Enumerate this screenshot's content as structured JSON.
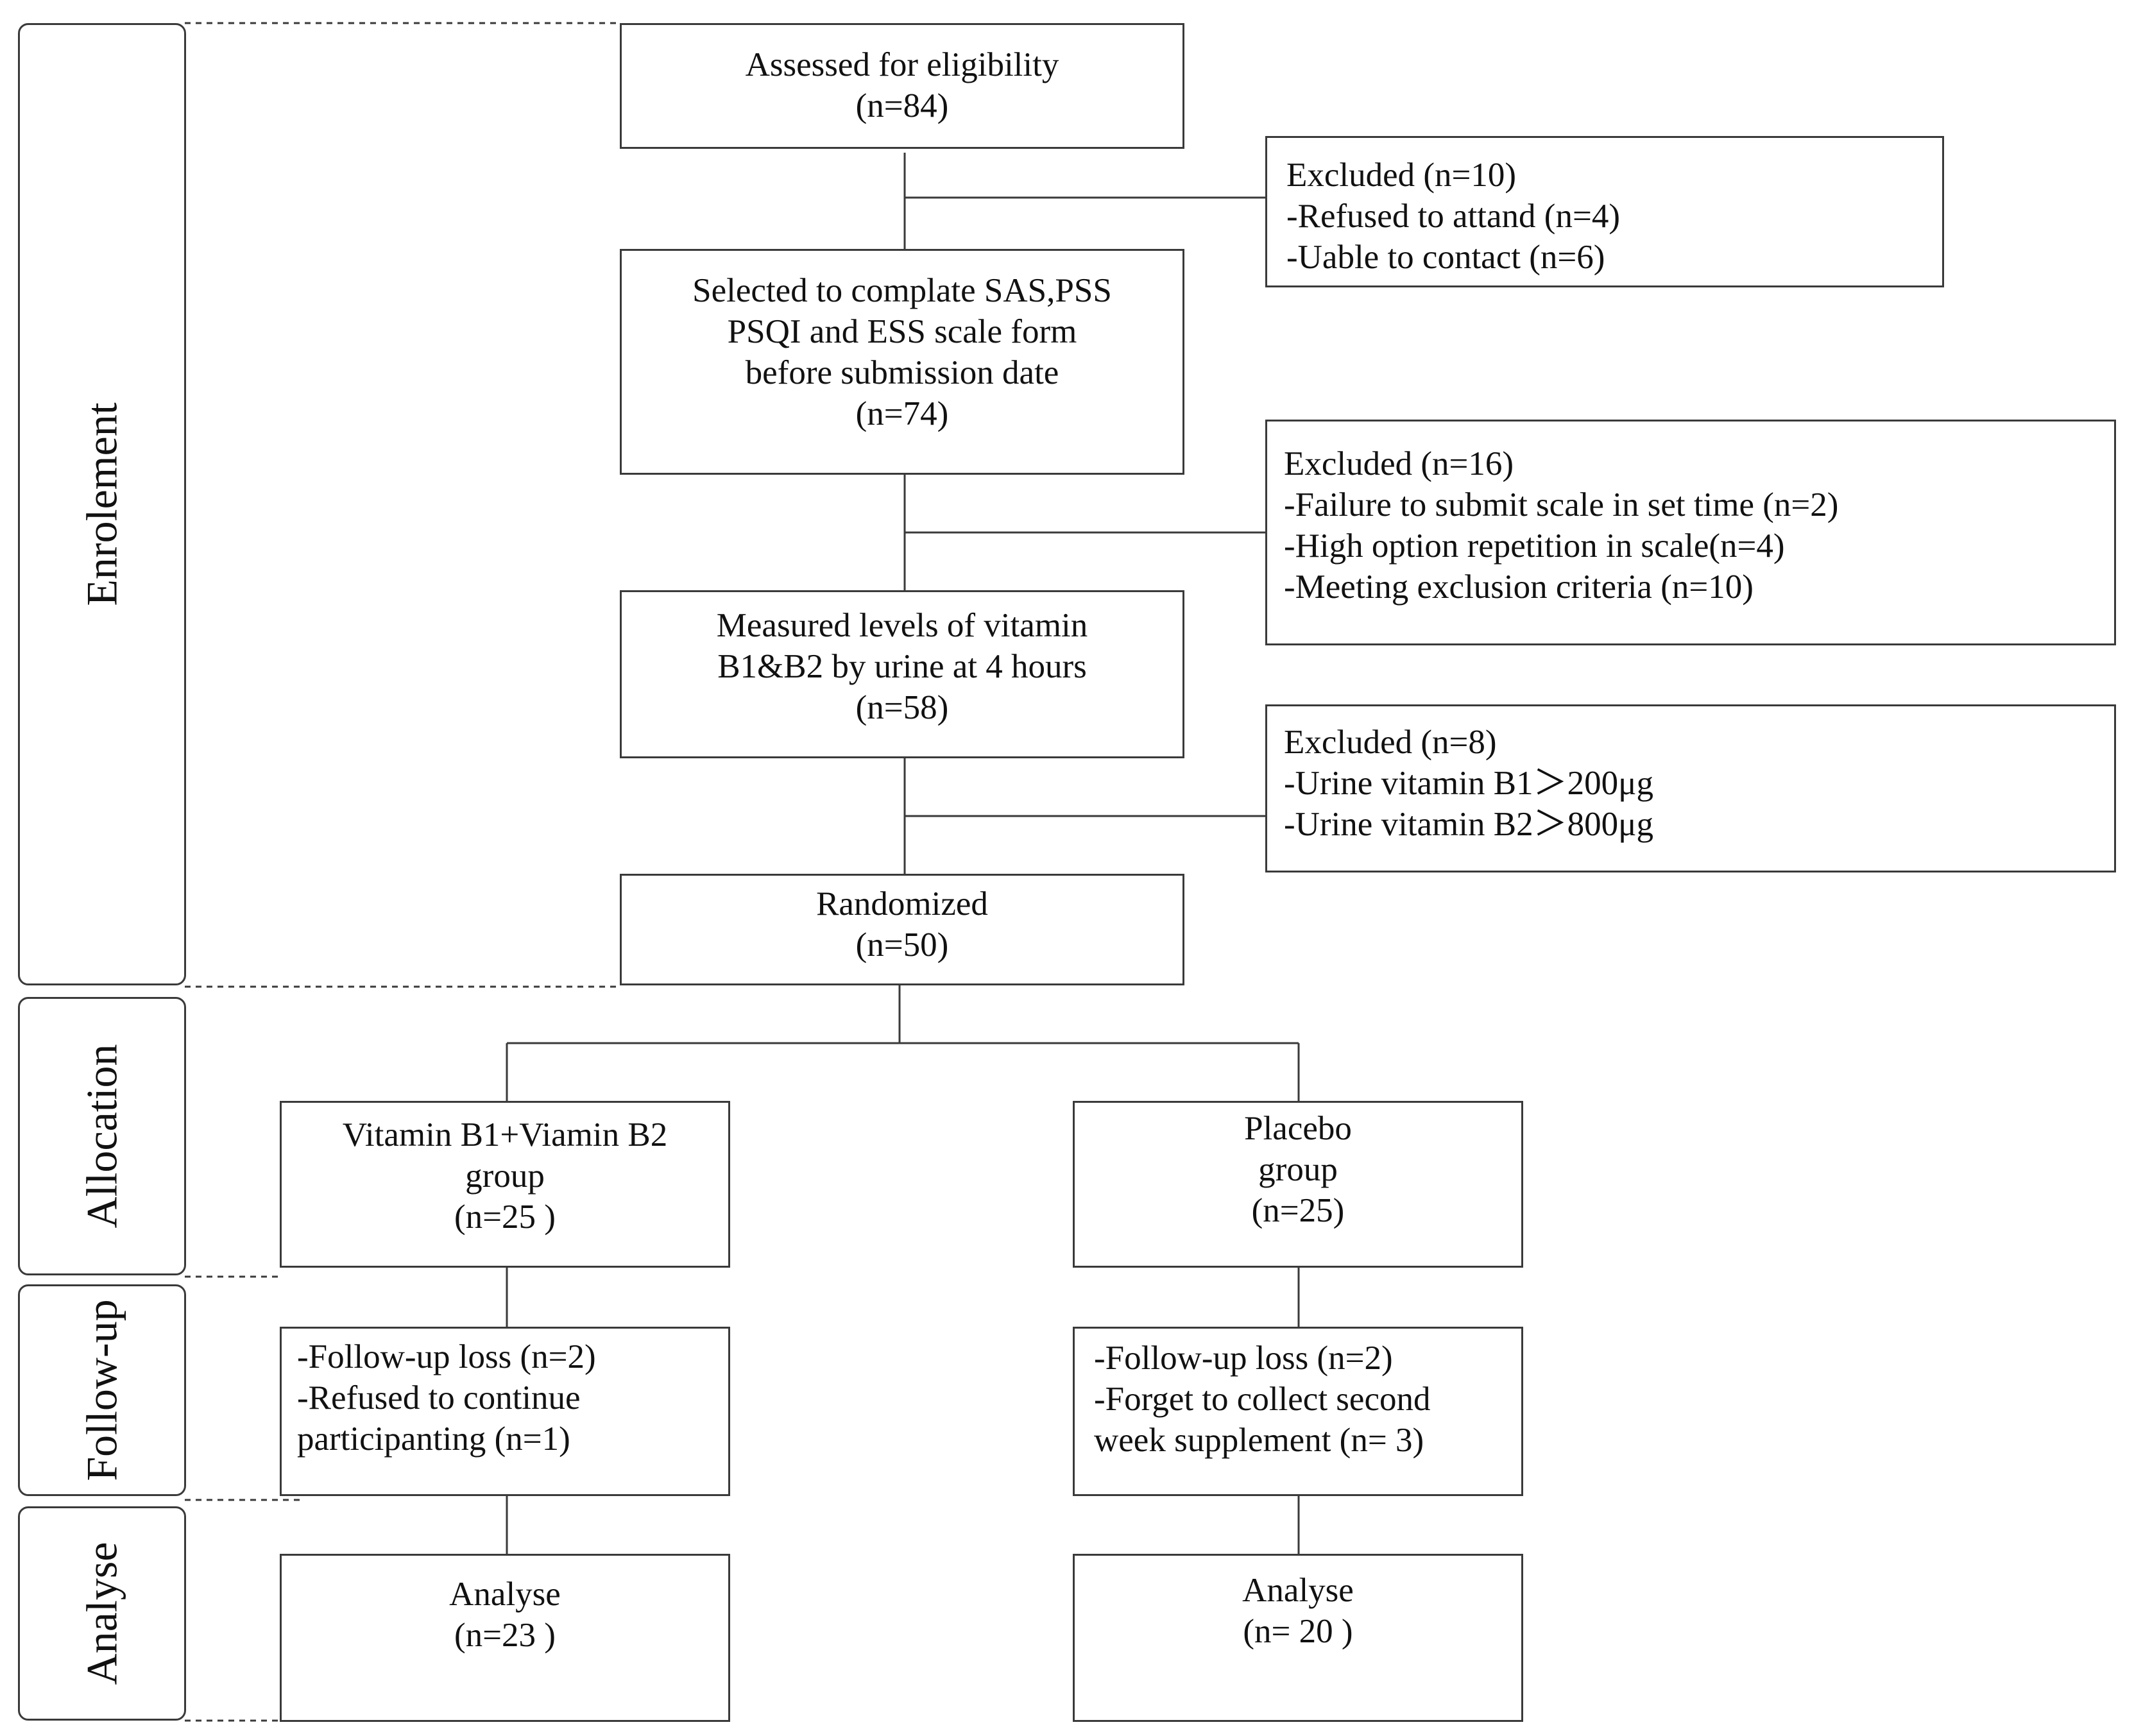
{
  "stages": {
    "enrolment": "Enrolement",
    "allocation": "Allocation",
    "follow_up": "Follow-up",
    "analyse": "Analyse"
  },
  "boxes": {
    "assessed": "Assessed for eligibility\n(n=84)",
    "excluded_1": "Excluded (n=10)\n-Refused to attand (n=4)\n-Uable to contact (n=6)",
    "selected": "Selected to complate SAS,PSS\nPSQI and ESS scale form\nbefore submission date\n(n=74)",
    "excluded_2": "Excluded (n=16)\n-Failure to submit scale in set time (n=2)\n-High option repetition in scale(n=4)\n-Meeting exclusion criteria  (n=10)",
    "measured": "Measured levels of vitamin\nB1&B2 by urine at 4 hours\n(n=58)",
    "excluded_3": "Excluded (n=8)\n-Urine vitamin B1＞200μg\n-Urine vitamin B2＞800μg",
    "randomized": "Randomized\n(n=50)",
    "vitamin_group": "Vitamin B1+Viamin B2\ngroup\n(n=25 )",
    "placebo_group": "Placebo\ngroup\n(n=25)",
    "vitamin_followup": "-Follow-up loss (n=2)\n-Refused to continue\nparticipanting (n=1)",
    "placebo_followup": "-Follow-up loss (n=2)\n-Forget to collect second\nweek supplement (n= 3)",
    "vitamin_analyse": "Analyse\n(n=23 )",
    "placebo_analyse": "Analyse\n(n= 20 )"
  }
}
